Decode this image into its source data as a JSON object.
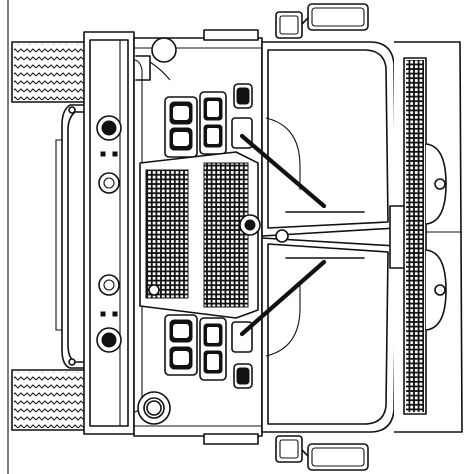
{
  "diagram": {
    "subject": "fire-truck-cab-top-view",
    "line_color": "#111111",
    "background": "#ffffff",
    "grille_columns": 2,
    "mirror_count": 2,
    "wiper_count": 2,
    "tire_count": 2,
    "light_cluster_count": 2
  }
}
